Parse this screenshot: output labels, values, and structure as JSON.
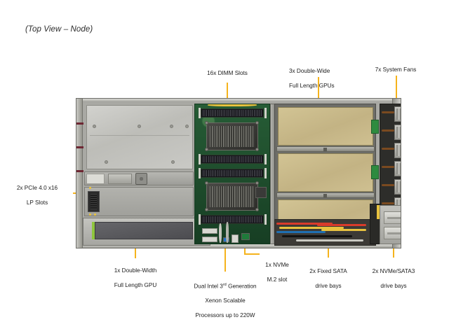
{
  "caption": "(Top View – Node)",
  "accent_color": "#f5b31c",
  "callouts": {
    "dimm": "16x DIMM  Slots",
    "gpus_triple_l1": "3x Double-Wide",
    "gpus_triple_l2": "Full Length GPUs",
    "fans": "7x System Fans",
    "pcie_l1": "2x PCIe 4.0 x16",
    "pcie_l2": "LP Slots",
    "gpu_single_l1": "1x Double-Width",
    "gpu_single_l2": "Full Length GPU",
    "cpu_l1_a": "Dual Intel 3",
    "cpu_l1_sup": "rd",
    "cpu_l1_b": " Generation",
    "cpu_l2": "Xenon Scalable",
    "cpu_l3": "Processors up to 220W",
    "nvme_l1": "1x NVMe",
    "nvme_l2": "M.2 slot",
    "sata_l1": "2x Fixed SATA",
    "sata_l2": "drive bays",
    "nvmesata_l1": "2x NVMe/SATA3",
    "nvmesata_l2": "drive bays"
  },
  "components": {
    "riser_box": "riser-enclosure",
    "pcie_zone": "pcie-lp-slot-zone",
    "gpu_left": "double-width-full-length-gpu",
    "motherboard": "motherboard",
    "gpu_bay": "triple-gpu-bay",
    "fan_wall": "system-fan-wall",
    "drive_bay": "nvme-sata3-drive-bay",
    "cable_zone": "cable-harness"
  }
}
